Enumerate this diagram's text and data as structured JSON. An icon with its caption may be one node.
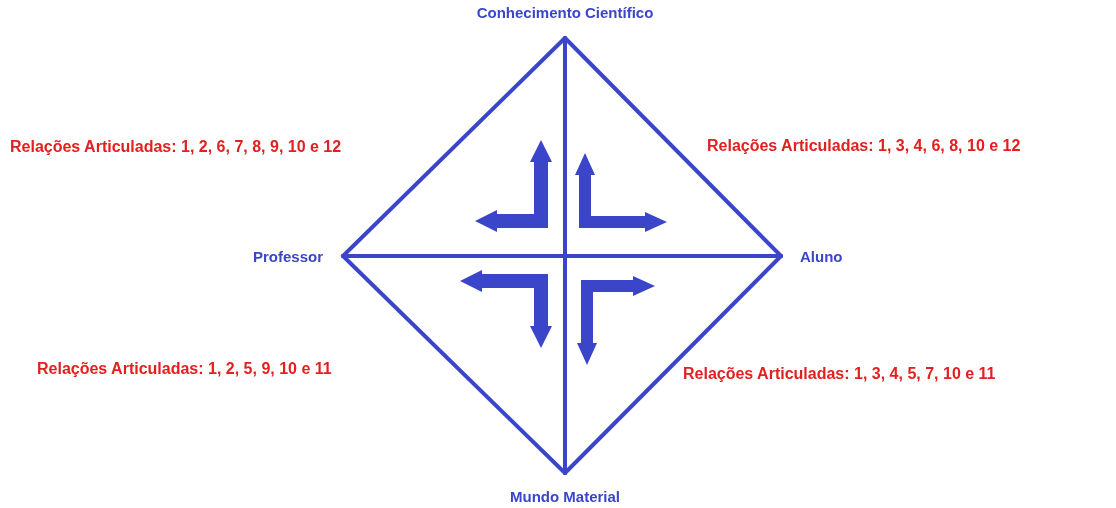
{
  "diagram": {
    "nodes": [
      {
        "text": [
          "Conhecimento Científico"
        ]
      },
      {
        "text": [
          "Professor"
        ]
      },
      {
        "text": [
          "Aluno"
        ]
      },
      {
        "text": [
          "Mundo Material"
        ]
      }
    ],
    "edges": [
      {
        "from": 0,
        "to": 1,
        "arrow": "none"
      },
      {
        "from": 0,
        "to": 2,
        "arrow": "none"
      },
      {
        "from": 1,
        "to": 3,
        "arrow": "none"
      },
      {
        "from": 2,
        "to": 3,
        "arrow": "none"
      },
      {
        "from": 0,
        "to": 3,
        "arrow": "none"
      },
      {
        "from": 1,
        "to": 2,
        "arrow": "none"
      }
    ],
    "labels": [
      "Relações Articuladas: 1, 2, 6, 7, 8, 9, 10 e 12",
      "Relações Articuladas: 1, 3, 4, 6, 8, 10 e 12",
      "Relações Articuladas: 1, 2, 5, 9, 10 e 11",
      "Relações Articuladas: 1, 3, 4, 5, 7, 10 e 11"
    ]
  }
}
